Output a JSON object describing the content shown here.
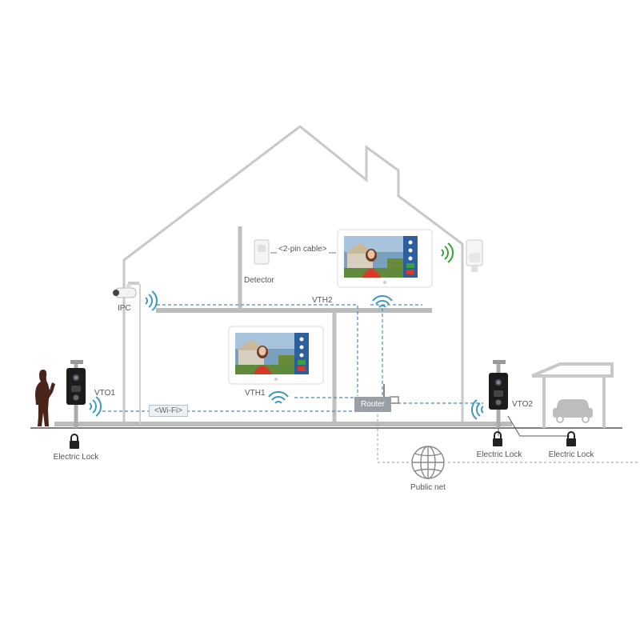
{
  "labels": {
    "ipc": "IPC",
    "detector": "Detector",
    "cable": "<2-pin cable>",
    "vth2": "VTH2",
    "vth1": "VTH1",
    "vto1": "VTO1",
    "vto2": "VTO2",
    "wifi": "<Wi-Fi>",
    "router": "Router",
    "public_net": "Public net",
    "lock_left": "Electric Lock",
    "lock_mid": "Electric Lock",
    "lock_right": "Electric Lock"
  },
  "colors": {
    "structure": "#c8c8c8",
    "dashed_link": "#4a86c5",
    "wifi_signal": "#3f9bb8",
    "alarm_signal": "#3ca03c",
    "lock": "#222222",
    "router": "#9a9fa6"
  },
  "icons": [
    "person-silhouette-icon",
    "bullet-camera-icon",
    "pir-detector-icon",
    "alarm-sensor-icon",
    "globe-icon",
    "padlock-icon",
    "car-icon",
    "wifi-signal-icon",
    "router-antenna-icon"
  ]
}
